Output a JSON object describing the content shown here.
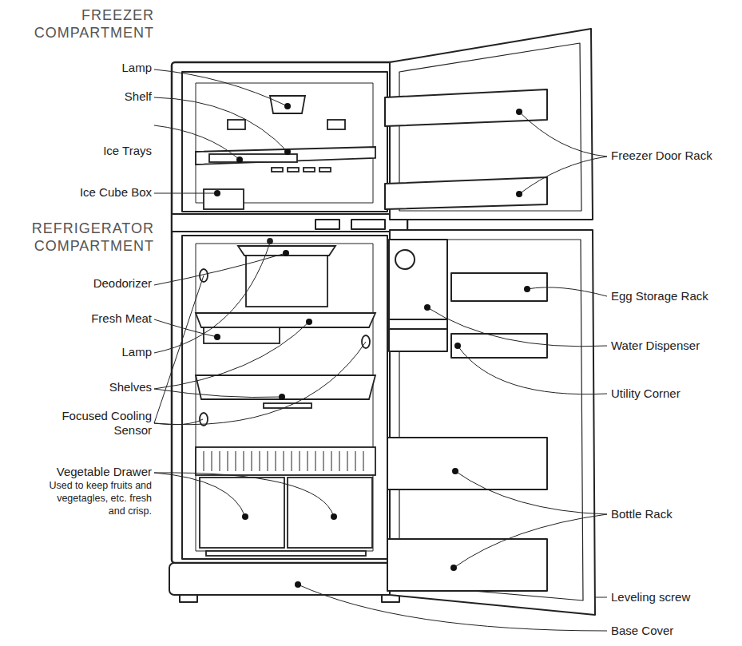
{
  "diagram": {
    "labels": [
      "FREEZER COMPARTMENT",
      "Lamp",
      "Shelf",
      "Ice Trays",
      "Ice Cube Box",
      "REFRIGERATOR COMPARTMENT",
      "Deodorizer",
      "Fresh Meat",
      "Lamp",
      "Shelves",
      "Focused Cooling Sensor",
      "Vegetable Drawer",
      "Used to keep fruits and vegetagles, etc. fresh and crisp.",
      "Freezer Door Rack",
      "Egg Storage Rack",
      "Water Dispenser",
      "Utility Corner",
      "Bottle Rack",
      "Leveling screw",
      "Base Cover"
    ]
  }
}
